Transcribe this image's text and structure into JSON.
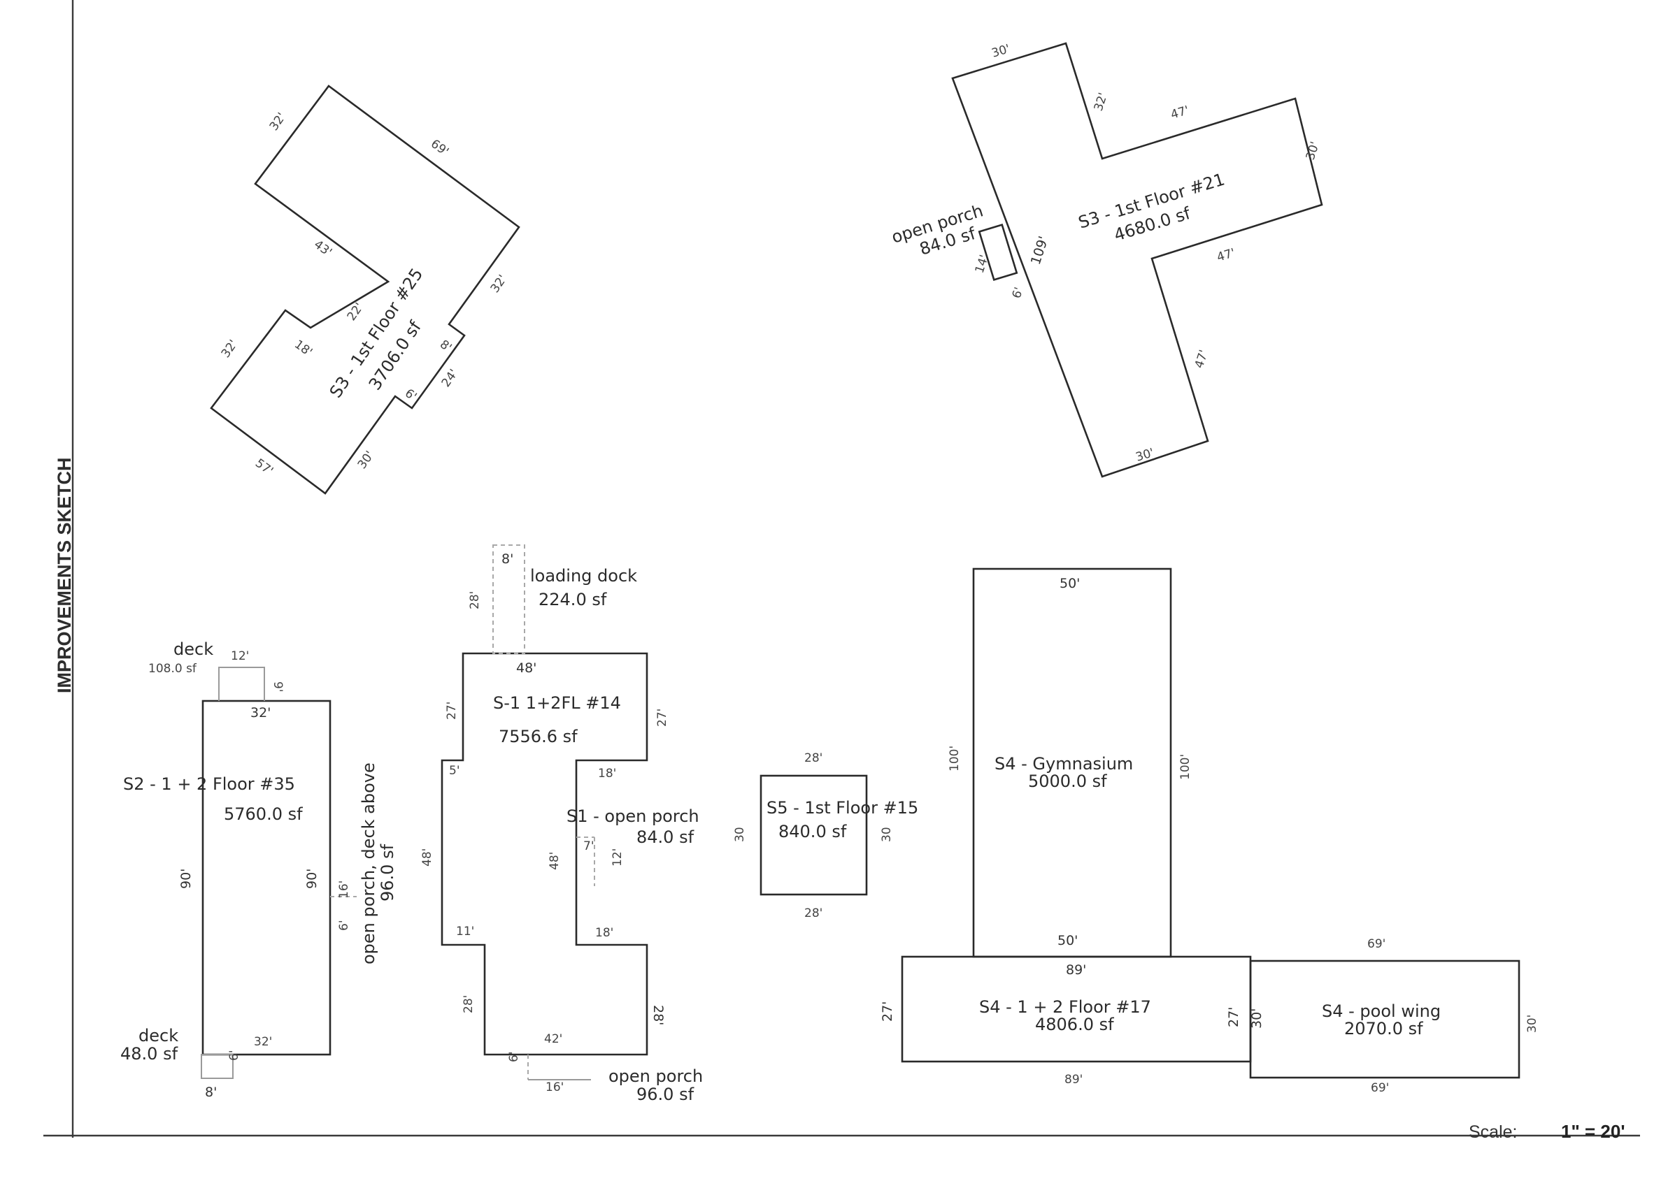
{
  "sheet": {
    "title": "IMPROVEMENTS SKETCH",
    "scale_label": "Scale:",
    "scale_value": "1\" = 20'"
  },
  "buildings": {
    "s3_25": {
      "name": "S3 - 1st Floor #25",
      "area": "3706.0 sf",
      "dims": [
        "32'",
        "69'",
        "43'",
        "22'",
        "32'",
        "18'",
        "32'",
        "8'",
        "24'",
        "6'",
        "30'",
        "57'"
      ]
    },
    "s3_21": {
      "name": "S3 - 1st Floor #21",
      "area": "4680.0 sf",
      "dims": [
        "30'",
        "32'",
        "47'",
        "30'",
        "47'",
        "47'",
        "30'",
        "109'"
      ]
    },
    "s3_porch": {
      "name": "open porch",
      "area": "84.0 sf",
      "dims": [
        "14'",
        "6'"
      ]
    },
    "s2_35": {
      "name": "S2 - 1 + 2 Floor #35",
      "area": "5760.0 sf",
      "dims": [
        "32'",
        "90'",
        "90'",
        "32'"
      ]
    },
    "s2_deck_top": {
      "name": "deck",
      "area": "108.0 sf",
      "dims": [
        "12'",
        "9'"
      ]
    },
    "s2_porch": {
      "name": "open porch, deck above",
      "area": "96.0 sf",
      "dims": [
        "16'",
        "6'"
      ]
    },
    "s2_deck_bottom": {
      "name": "deck",
      "area": "48.0 sf",
      "dims": [
        "6'",
        "8'"
      ]
    },
    "s1_14": {
      "name": "S-1 1+2FL #14",
      "area": "7556.6 sf",
      "dims": [
        "48'",
        "27'",
        "27'",
        "5'",
        "18'",
        "48'",
        "48'",
        "11'",
        "18'",
        "28'",
        "28'",
        "42'"
      ]
    },
    "s1_dock": {
      "name": "loading dock",
      "area": "224.0 sf",
      "dims": [
        "8'",
        "28'"
      ]
    },
    "s1_open_porch": {
      "name": "S1 - open porch",
      "area": "84.0 sf",
      "dims": [
        "7'",
        "12'"
      ]
    },
    "s1_porch_bottom": {
      "name": "open porch",
      "area": "96.0 sf",
      "dims": [
        "6'",
        "16'"
      ]
    },
    "s5_15": {
      "name": "S5 - 1st Floor #15",
      "area": "840.0 sf",
      "dims": [
        "28'",
        "30",
        "30",
        "28'"
      ]
    },
    "s4_gym": {
      "name": "S4 - Gymnasium",
      "area": "5000.0 sf",
      "dims": [
        "50'",
        "100'",
        "100'",
        "50'"
      ]
    },
    "s4_17": {
      "name": "S4 - 1 + 2 Floor #17",
      "area": "4806.0 sf",
      "dims": [
        "89'",
        "27'",
        "27'",
        "89'"
      ]
    },
    "s4_pool": {
      "name": "S4 - pool wing",
      "area": "2070.0 sf",
      "dims": [
        "69'",
        "30'",
        "30'",
        "69'"
      ]
    }
  }
}
